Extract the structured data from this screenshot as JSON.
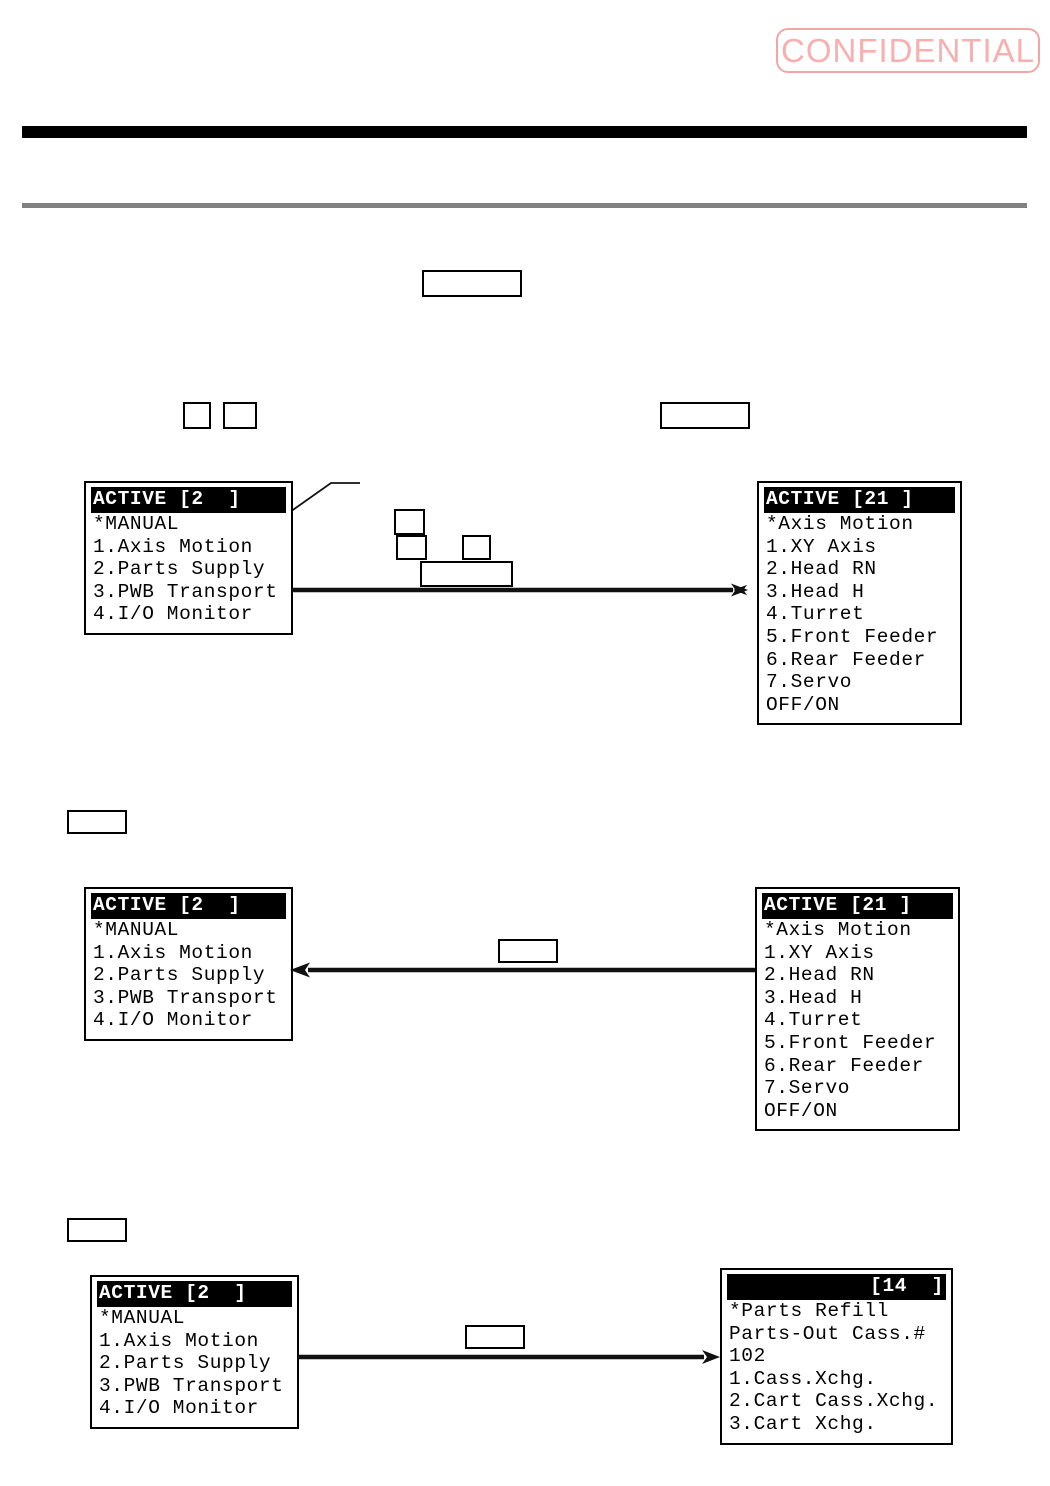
{
  "page": {
    "stamp": "CONFIDENTIAL"
  },
  "sections": [
    {
      "id": "section-axis-motion-enter",
      "left_panel": {
        "header": "ACTIVE [2  ]",
        "header_align": "left",
        "lines": [
          "*MANUAL",
          "1.Axis Motion",
          "2.Parts Supply",
          "3.PWB Transport",
          "4.I/O Monitor"
        ]
      },
      "right_panel": {
        "header": "ACTIVE [21 ]",
        "header_align": "left",
        "lines": [
          "*Axis Motion",
          "1.XY Axis",
          "2.Head RN",
          "3.Head H",
          "4.Turret",
          "5.Front Feeder",
          "6.Rear Feeder",
          "7.Servo",
          "OFF/ON"
        ]
      },
      "arrow_direction": "right",
      "key_label": ""
    },
    {
      "id": "section-axis-motion-exit",
      "left_panel": {
        "header": "ACTIVE [2  ]",
        "header_align": "left",
        "lines": [
          "*MANUAL",
          "1.Axis Motion",
          "2.Parts Supply",
          "3.PWB Transport",
          "4.I/O Monitor"
        ]
      },
      "right_panel": {
        "header": "ACTIVE [21 ]",
        "header_align": "left",
        "lines": [
          "*Axis Motion",
          "1.XY Axis",
          "2.Head RN",
          "3.Head H",
          "4.Turret",
          "5.Front Feeder",
          "6.Rear Feeder",
          "7.Servo",
          "OFF/ON"
        ]
      },
      "arrow_direction": "left",
      "key_label": ""
    },
    {
      "id": "section-parts-supply",
      "left_panel": {
        "header": "ACTIVE [2  ]",
        "header_align": "left",
        "lines": [
          "*MANUAL",
          "1.Axis Motion",
          "2.Parts Supply",
          "3.PWB Transport",
          "4.I/O Monitor"
        ]
      },
      "right_panel": {
        "header": "       [14  ]",
        "header_align": "right",
        "lines": [
          "*Parts Refill",
          "Parts-Out Cass.#",
          "102",
          "1.Cass.Xchg.",
          "2.Cart Cass.Xchg.",
          "3.Cart Xchg."
        ]
      },
      "arrow_direction": "right",
      "key_label": ""
    }
  ],
  "key_boxes": {
    "top_center": "",
    "small_left_a": "",
    "small_left_b": "",
    "mid_right": "",
    "cluster_1": "",
    "cluster_2": "",
    "cluster_3": "",
    "cluster_4": "",
    "section2_marker": "",
    "section2_arrow_label": "",
    "section3_marker": "",
    "section3_arrow_label": ""
  }
}
